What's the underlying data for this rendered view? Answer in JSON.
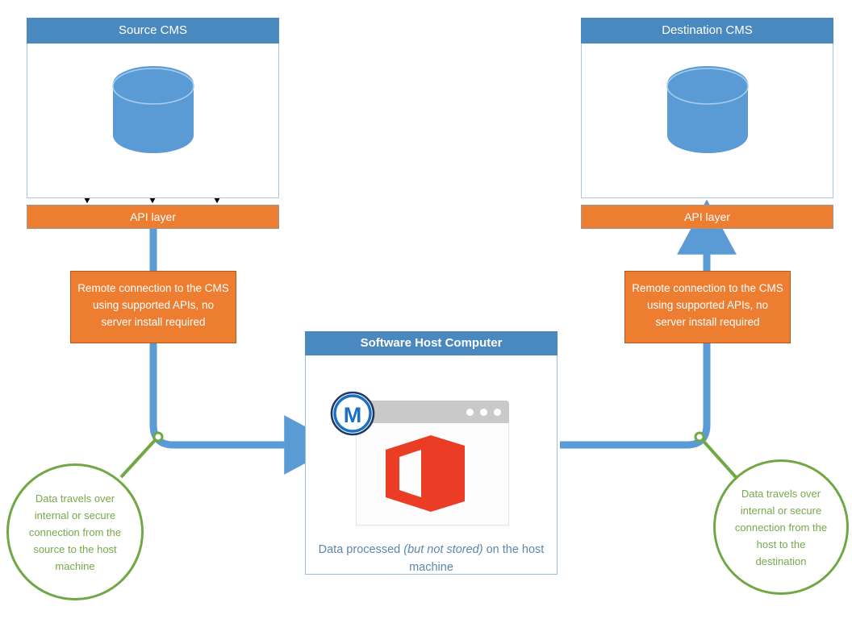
{
  "diagram": {
    "title_source": "Source CMS",
    "title_destination": "Destination CMS",
    "title_host": "Software Host Computer",
    "api_layer_label": "API layer",
    "callout_left": "Remote connection to the CMS using supported APIs, no server install required",
    "callout_right": "Remote connection to the CMS using supported APIs, no server install required",
    "host_caption_part1": "Data processed ",
    "host_caption_italic": "(but not stored)",
    "host_caption_part2": " on the host machine",
    "green_left": "Data travels over internal or secure connection from the source to the host machine",
    "green_right": "Data travels over internal or secure connection from the host to the destination",
    "icons": {
      "source_database": "database-cylinder-icon",
      "destination_database": "database-cylinder-icon",
      "office_app": "office-logo-icon",
      "migration_badge": "m-badge-icon",
      "browser_window": "browser-window-icon",
      "dotted_arrow_down": "dotted-arrow-down-icon",
      "dotted_arrow_up": "dotted-arrow-up-icon",
      "data_flow_arrow": "data-flow-arrow-icon"
    },
    "colors": {
      "panel_header_blue": "#4a88c0",
      "api_orange": "#ed7d31",
      "callout_orange": "#ed7d31",
      "connector_blue": "#5b9bd5",
      "annotation_green": "#70a845",
      "annotation_text_green": "#76a84c",
      "database_blue": "#5b9bd5",
      "office_red": "#eb3c26",
      "caption_blue": "#5b87ad",
      "panel_border_blue": "#a9c7e3",
      "browser_titlebar_gray": "#c9c9c9"
    }
  }
}
